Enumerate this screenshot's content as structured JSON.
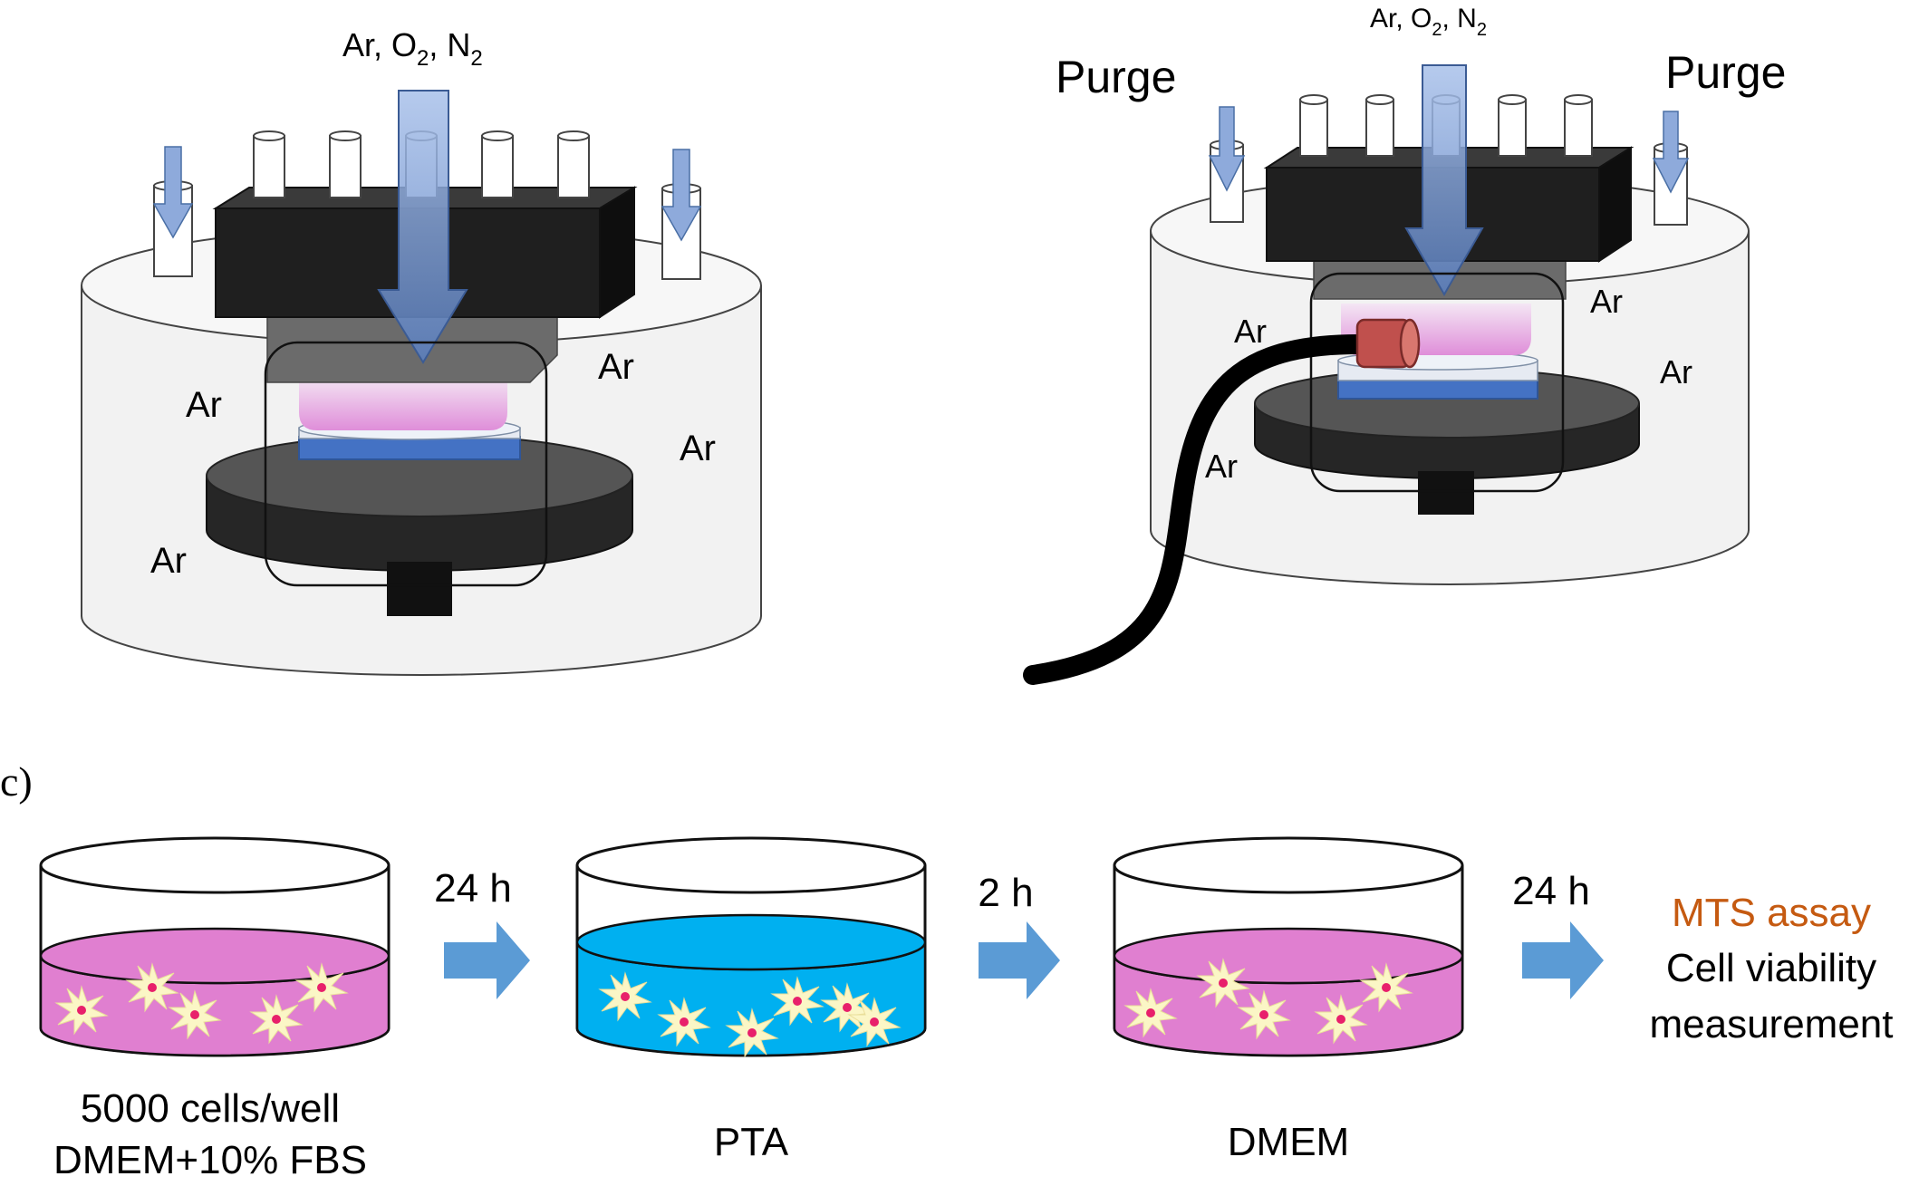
{
  "setup_a": {
    "gas_label": "Ar, O",
    "gas_sub_1": "2",
    "gas_mid": ", N",
    "gas_sub_2": "2",
    "ar_labels": [
      "Ar",
      "Ar",
      "Ar",
      "Ar"
    ]
  },
  "setup_b": {
    "gas_label": "Ar, O",
    "gas_sub_1": "2",
    "gas_mid": ", N",
    "gas_sub_2": "2",
    "purge_left": "Purge",
    "purge_right": "Purge",
    "ar_labels": [
      "Ar",
      "Ar",
      "Ar",
      "Ar"
    ]
  },
  "panel_c": {
    "label": "c)",
    "steps": [
      {
        "caption_lines": [
          "5000 cells/well",
          "DMEM+10% FBS"
        ],
        "liquid_color": "#e07fd0"
      },
      {
        "caption_lines": [
          "PTA"
        ],
        "liquid_color": "#00b0f0"
      },
      {
        "caption_lines": [
          "DMEM"
        ],
        "liquid_color": "#e07fd0"
      }
    ],
    "durations": [
      "24 h",
      "2 h",
      "24 h"
    ],
    "result_title": "MTS assay",
    "result_lines": [
      "Cell viability",
      "measurement"
    ]
  },
  "colors": {
    "arrow_blue": "#5b9bd5",
    "gas_arrow": "#8eaadb",
    "mts_orange": "#c55a11",
    "probe_red": "#c0504d"
  }
}
